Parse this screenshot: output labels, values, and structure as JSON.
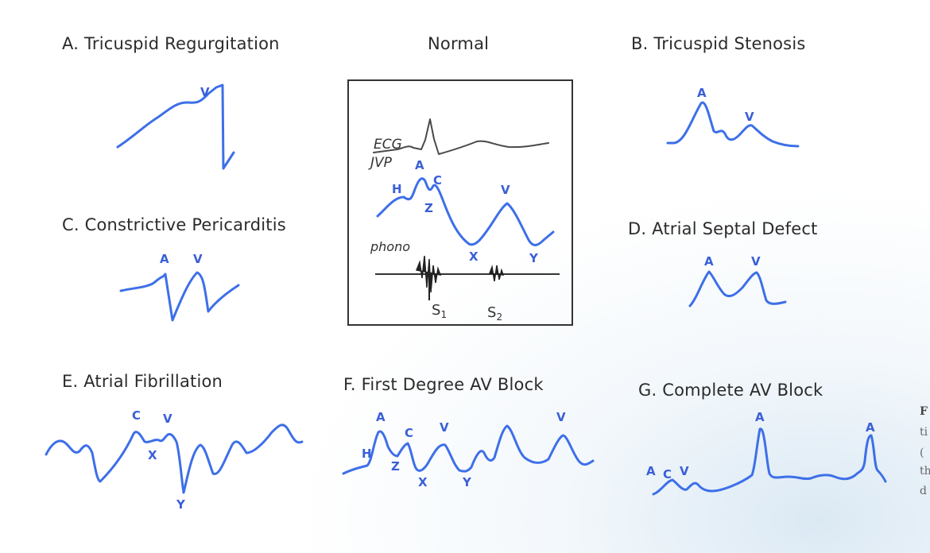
{
  "titles": {
    "a": "A. Tricuspid Regurgitation",
    "normal": "Normal",
    "b": "B. Tricuspid Stenosis",
    "c": "C. Constrictive Pericarditis",
    "d": "D. Atrial Septal Defect",
    "e": "E. Atrial Fibrillation",
    "f": "F. First Degree AV Block",
    "g": "G. Complete AV Block"
  },
  "normal_panel": {
    "ecg": "ECG",
    "jvp": "JVP",
    "phono": "phono",
    "s1": "S",
    "s1_sub": "1",
    "s2": "S",
    "s2_sub": "2",
    "wave_labels": {
      "h": "H",
      "a": "A",
      "c": "C",
      "z": "Z",
      "v": "V",
      "x": "X",
      "y": "Y"
    }
  },
  "wave_labels": {
    "a_v": "V",
    "b_a": "A",
    "b_v": "V",
    "c_a": "A",
    "c_v": "V",
    "d_a": "A",
    "d_v": "V",
    "e_c": "C",
    "e_v": "V",
    "e_x": "X",
    "e_y": "Y",
    "f_h": "H",
    "f_a": "A",
    "f_c": "C",
    "f_z": "Z",
    "f_v1": "V",
    "f_x": "X",
    "f_y": "Y",
    "f_v2": "V",
    "g_a1": "A",
    "g_c": "C",
    "g_v": "V",
    "g_a2": "A",
    "g_a3": "A"
  },
  "sidebar_fragment": [
    "F",
    "ti",
    "(",
    "th",
    "d"
  ],
  "colors": {
    "trace": "#3d6fe8",
    "label": "#3a5fd6",
    "ecg": "#4a4a4a",
    "text": "#2b2b2b"
  }
}
